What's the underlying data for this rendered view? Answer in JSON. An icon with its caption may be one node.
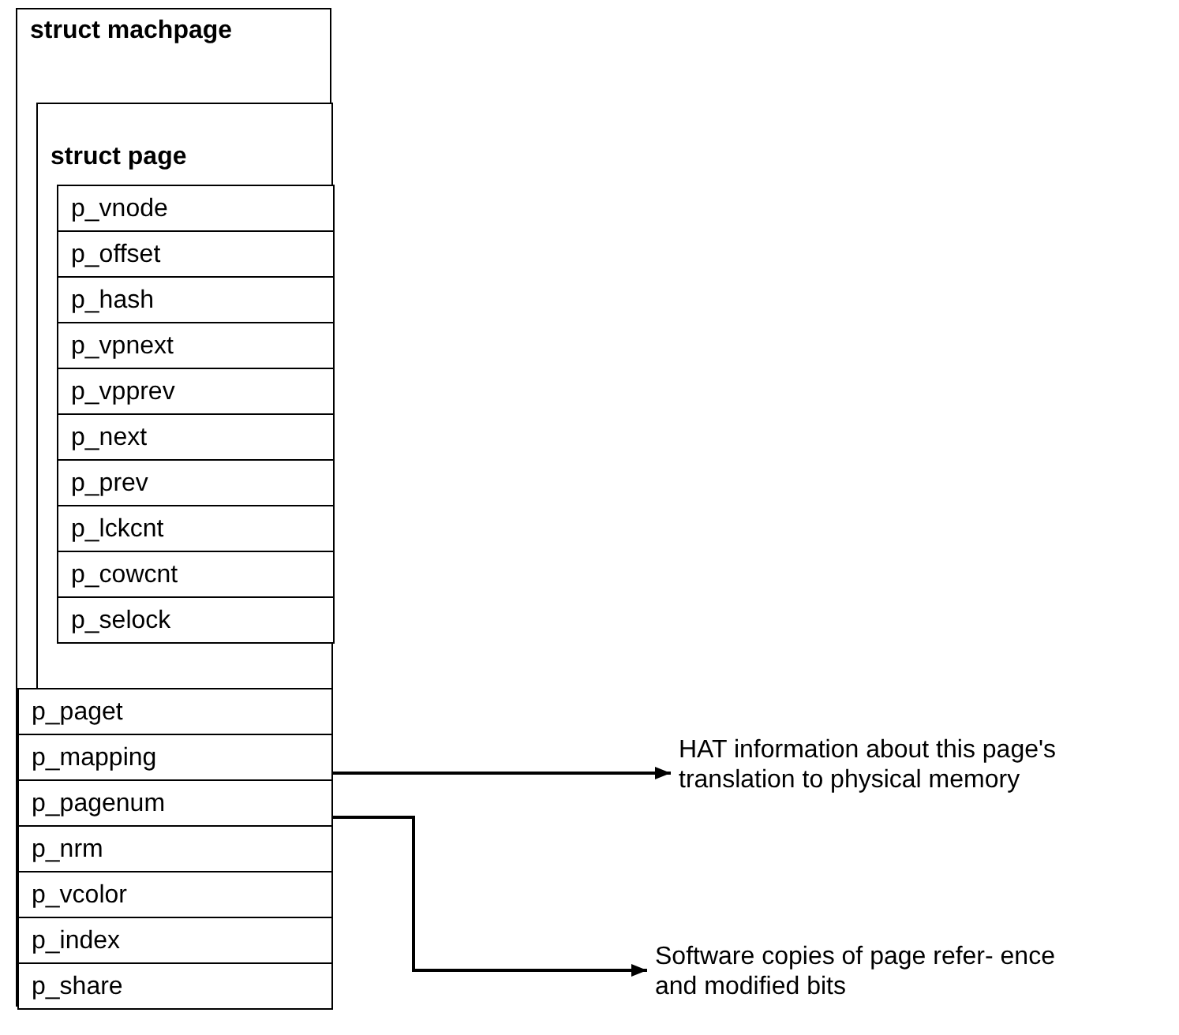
{
  "diagram": {
    "nodes": [
      {
        "text": [
          "struct machpage"
        ]
      },
      {
        "text": [
          "struct page"
        ],
        "in": 0
      },
      {
        "text": [
          "p_vnode"
        ],
        "in": 1
      },
      {
        "text": [
          "p_offset"
        ],
        "in": 1
      },
      {
        "text": [
          "p_hash"
        ],
        "in": 1
      },
      {
        "text": [
          "p_vpnext"
        ],
        "in": 1
      },
      {
        "text": [
          "p_vpprev"
        ],
        "in": 1
      },
      {
        "text": [
          "p_next"
        ],
        "in": 1
      },
      {
        "text": [
          "p_prev"
        ],
        "in": 1
      },
      {
        "text": [
          "p_lckcnt"
        ],
        "in": 1
      },
      {
        "text": [
          "p_cowcnt"
        ],
        "in": 1
      },
      {
        "text": [
          "p_selock"
        ],
        "in": 1
      },
      {
        "text": [
          "p_paget"
        ],
        "in": 0
      },
      {
        "text": [
          "p_mapping"
        ],
        "in": 0
      },
      {
        "text": [
          "p_pagenum"
        ],
        "in": 0
      },
      {
        "text": [
          "p_nrm"
        ],
        "in": 0
      },
      {
        "text": [
          "p_vcolor"
        ],
        "in": 0
      },
      {
        "text": [
          "p_index"
        ],
        "in": 0
      },
      {
        "text": [
          "p_share"
        ],
        "in": 0
      },
      {
        "text": [
          "HAT information about this page's translation to physical memory"
        ]
      },
      {
        "text": [
          "Software copies of page refer- ence and modified bits"
        ]
      }
    ],
    "edges": [
      {
        "from": 13,
        "to": 19,
        "arrow": "to"
      },
      {
        "from": 14,
        "to": 20,
        "arrow": "to"
      }
    ]
  }
}
